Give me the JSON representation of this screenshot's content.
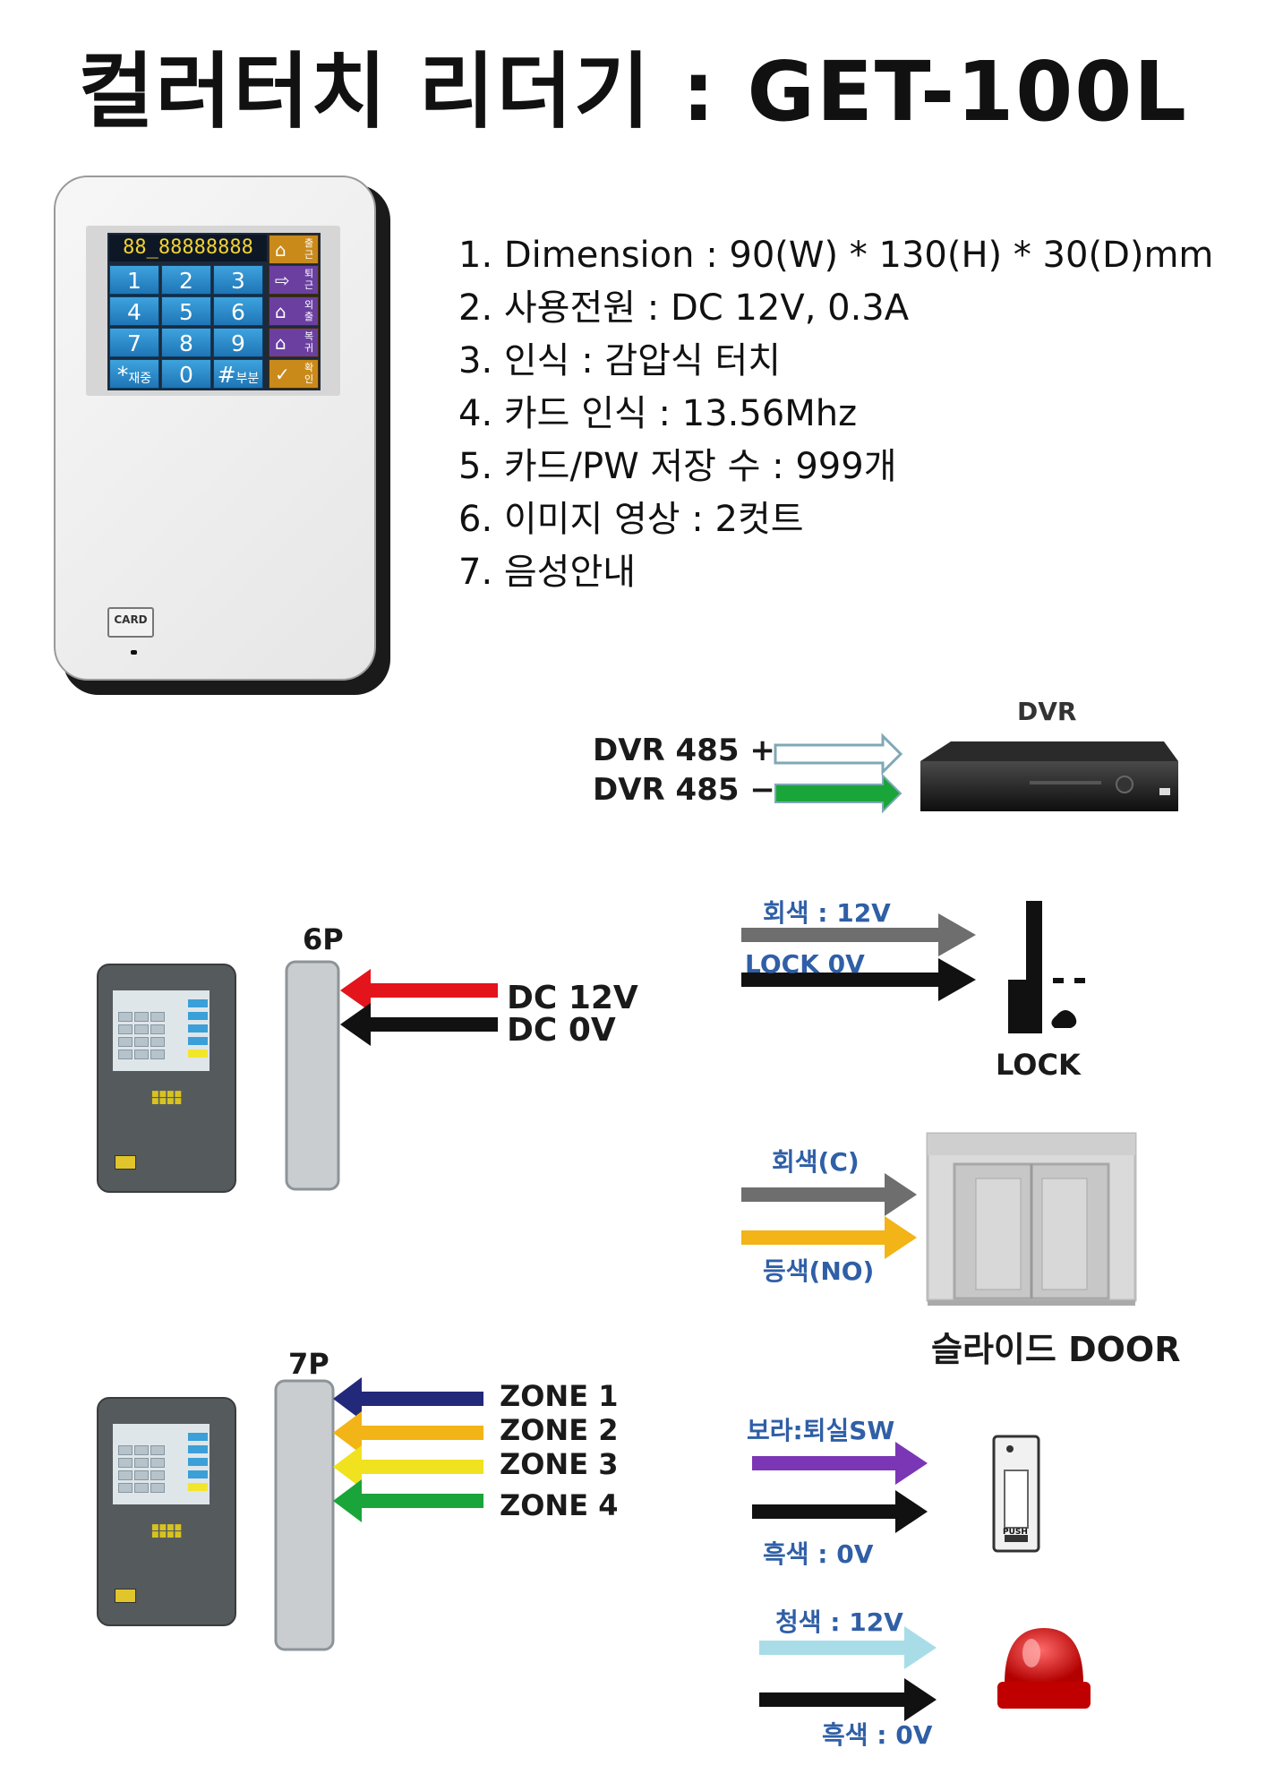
{
  "title": "컬러터치 리더기 : GET-100L",
  "device": {
    "lcd_text": "88_88888888",
    "keys": [
      "1",
      "2",
      "3",
      "4",
      "5",
      "6",
      "7",
      "8",
      "9",
      "*",
      "0",
      "#"
    ],
    "star_label": "재중",
    "hash_label": "부분",
    "function_keys": [
      {
        "label": "출근",
        "icon": "home-arrow-icon",
        "glyph": "⌂"
      },
      {
        "label": "퇴근",
        "icon": "exit-arrow-icon",
        "glyph": "⇨"
      },
      {
        "label": "외출",
        "icon": "outing-icon",
        "glyph": "⌂"
      },
      {
        "label": "복귀",
        "icon": "return-icon",
        "glyph": "⌂"
      },
      {
        "label": "확인",
        "icon": "check-icon",
        "glyph": "✓"
      }
    ],
    "card_label": "CARD",
    "colors": {
      "key_blue": "#2a8fd0",
      "function_purple": "#6a3fa0",
      "function_orange": "#c98a1a",
      "lcd_yellow": "#f3d233"
    }
  },
  "specs": [
    "1. Dimension : 90(W) * 130(H) * 30(D)mm",
    "2. 사용전원 : DC 12V, 0.3A",
    "3. 인식 : 감압식 터치",
    "4. 카드 인식 : 13.56Mhz",
    "5. 카드/PW 저장 수 : 999개",
    "6. 이미지 영상 : 2컷트",
    "7. 음성안내"
  ],
  "diagram": {
    "dvr": {
      "title": "DVR",
      "plus": "DVR 485 +",
      "minus": "DVR 485 −"
    },
    "connector_6p": "6P",
    "connector_7p": "7P",
    "power": {
      "dc12": "DC 12V",
      "dc0": "DC 0V"
    },
    "lock": {
      "wire1": "회색 : 12V",
      "wire2": "LOCK  0V",
      "label": "LOCK"
    },
    "slide_door": {
      "wire1": "회색(C)",
      "wire2": "등색(NO)",
      "label": "슬라이드 DOOR"
    },
    "zones": [
      "ZONE 1",
      "ZONE 2",
      "ZONE 3",
      "ZONE 4"
    ],
    "exit_switch": {
      "wire1": "보라:퇴실SW",
      "wire2": "흑색 : 0V",
      "push_label": "PUSH"
    },
    "siren": {
      "wire1": "청색 : 12V",
      "wire2": "흑색 : 0V"
    },
    "colors": {
      "red": "#e3141b",
      "black": "#111111",
      "gray": "#6e6e6e",
      "orange": "#f2b416",
      "navy": "#22287a",
      "yellow": "#f0e21e",
      "green": "#1aa53a",
      "purple": "#7b36b5",
      "lightblue": "#a8dde8"
    }
  }
}
